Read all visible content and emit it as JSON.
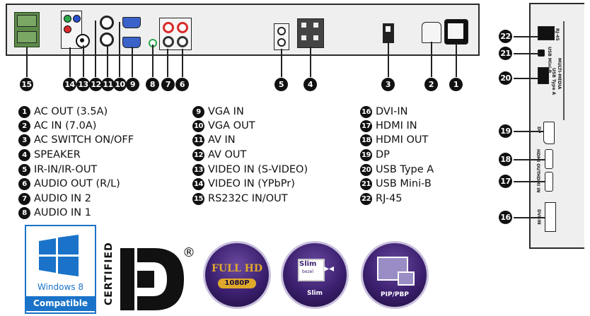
{
  "legend": [
    {
      "num": "1",
      "text": "AC OUT (3.5A)"
    },
    {
      "num": "2",
      "text": "AC IN (7.0A)"
    },
    {
      "num": "3",
      "text": "AC SWITCH ON/OFF"
    },
    {
      "num": "4",
      "text": "SPEAKER"
    },
    {
      "num": "5",
      "text": "IR-IN/IR-OUT"
    },
    {
      "num": "6",
      "text": "AUDIO OUT (R/L)"
    },
    {
      "num": "7",
      "text": "AUDIO IN 2"
    },
    {
      "num": "8",
      "text": "AUDIO IN 1"
    },
    {
      "num": "9",
      "text": "VGA IN"
    },
    {
      "num": "10",
      "text": "VGA OUT"
    },
    {
      "num": "11",
      "text": "AV IN"
    },
    {
      "num": "12",
      "text": "AV OUT"
    },
    {
      "num": "13",
      "text": "VIDEO IN (S-VIDEO)"
    },
    {
      "num": "14",
      "text": "VIDEO IN (YPbPr)"
    },
    {
      "num": "15",
      "text": "RS232C IN/OUT"
    },
    {
      "num": "16",
      "text": "DVI-IN"
    },
    {
      "num": "17",
      "text": "HDMI IN"
    },
    {
      "num": "18",
      "text": "HDMI OUT"
    },
    {
      "num": "19",
      "text": "DP"
    },
    {
      "num": "20",
      "text": "USB Type A"
    },
    {
      "num": "21",
      "text": "USB Mini-B"
    },
    {
      "num": "22",
      "text": "RJ-45"
    }
  ],
  "side_port_labels": {
    "rj45": "RJ-45",
    "usb_block": "MULTI-MEDIA",
    "usb_mini": "USB Mini-B",
    "usb_a": "USB Type A",
    "dp": "DP",
    "hdmi_out": "HDMI OUT",
    "hdmi_in": "HDMI IN",
    "dvi": "DVI-IN"
  },
  "logos": {
    "windows_line1": "Windows 8",
    "windows_line2": "Compatible",
    "certified": "CERTIFIED",
    "registered": "®",
    "fullhd_line1": "FULL HD",
    "fullhd_line2": "1080P",
    "slim_icon": "Slim",
    "slim_sub": "bezel",
    "slim_caption": "Slim",
    "pip_caption": "PIP/PBP"
  },
  "colors": {
    "marker": "#111111",
    "windows_blue": "#1a73c8",
    "badge_purple": "#3b1f6e",
    "fullhd_gold": "#e0a92a",
    "rca_red": "#d92b2b",
    "ypbpr_green": "#2aa84a",
    "ypbpr_blue": "#2a4fd0",
    "vga_blue": "#3a62c9"
  }
}
